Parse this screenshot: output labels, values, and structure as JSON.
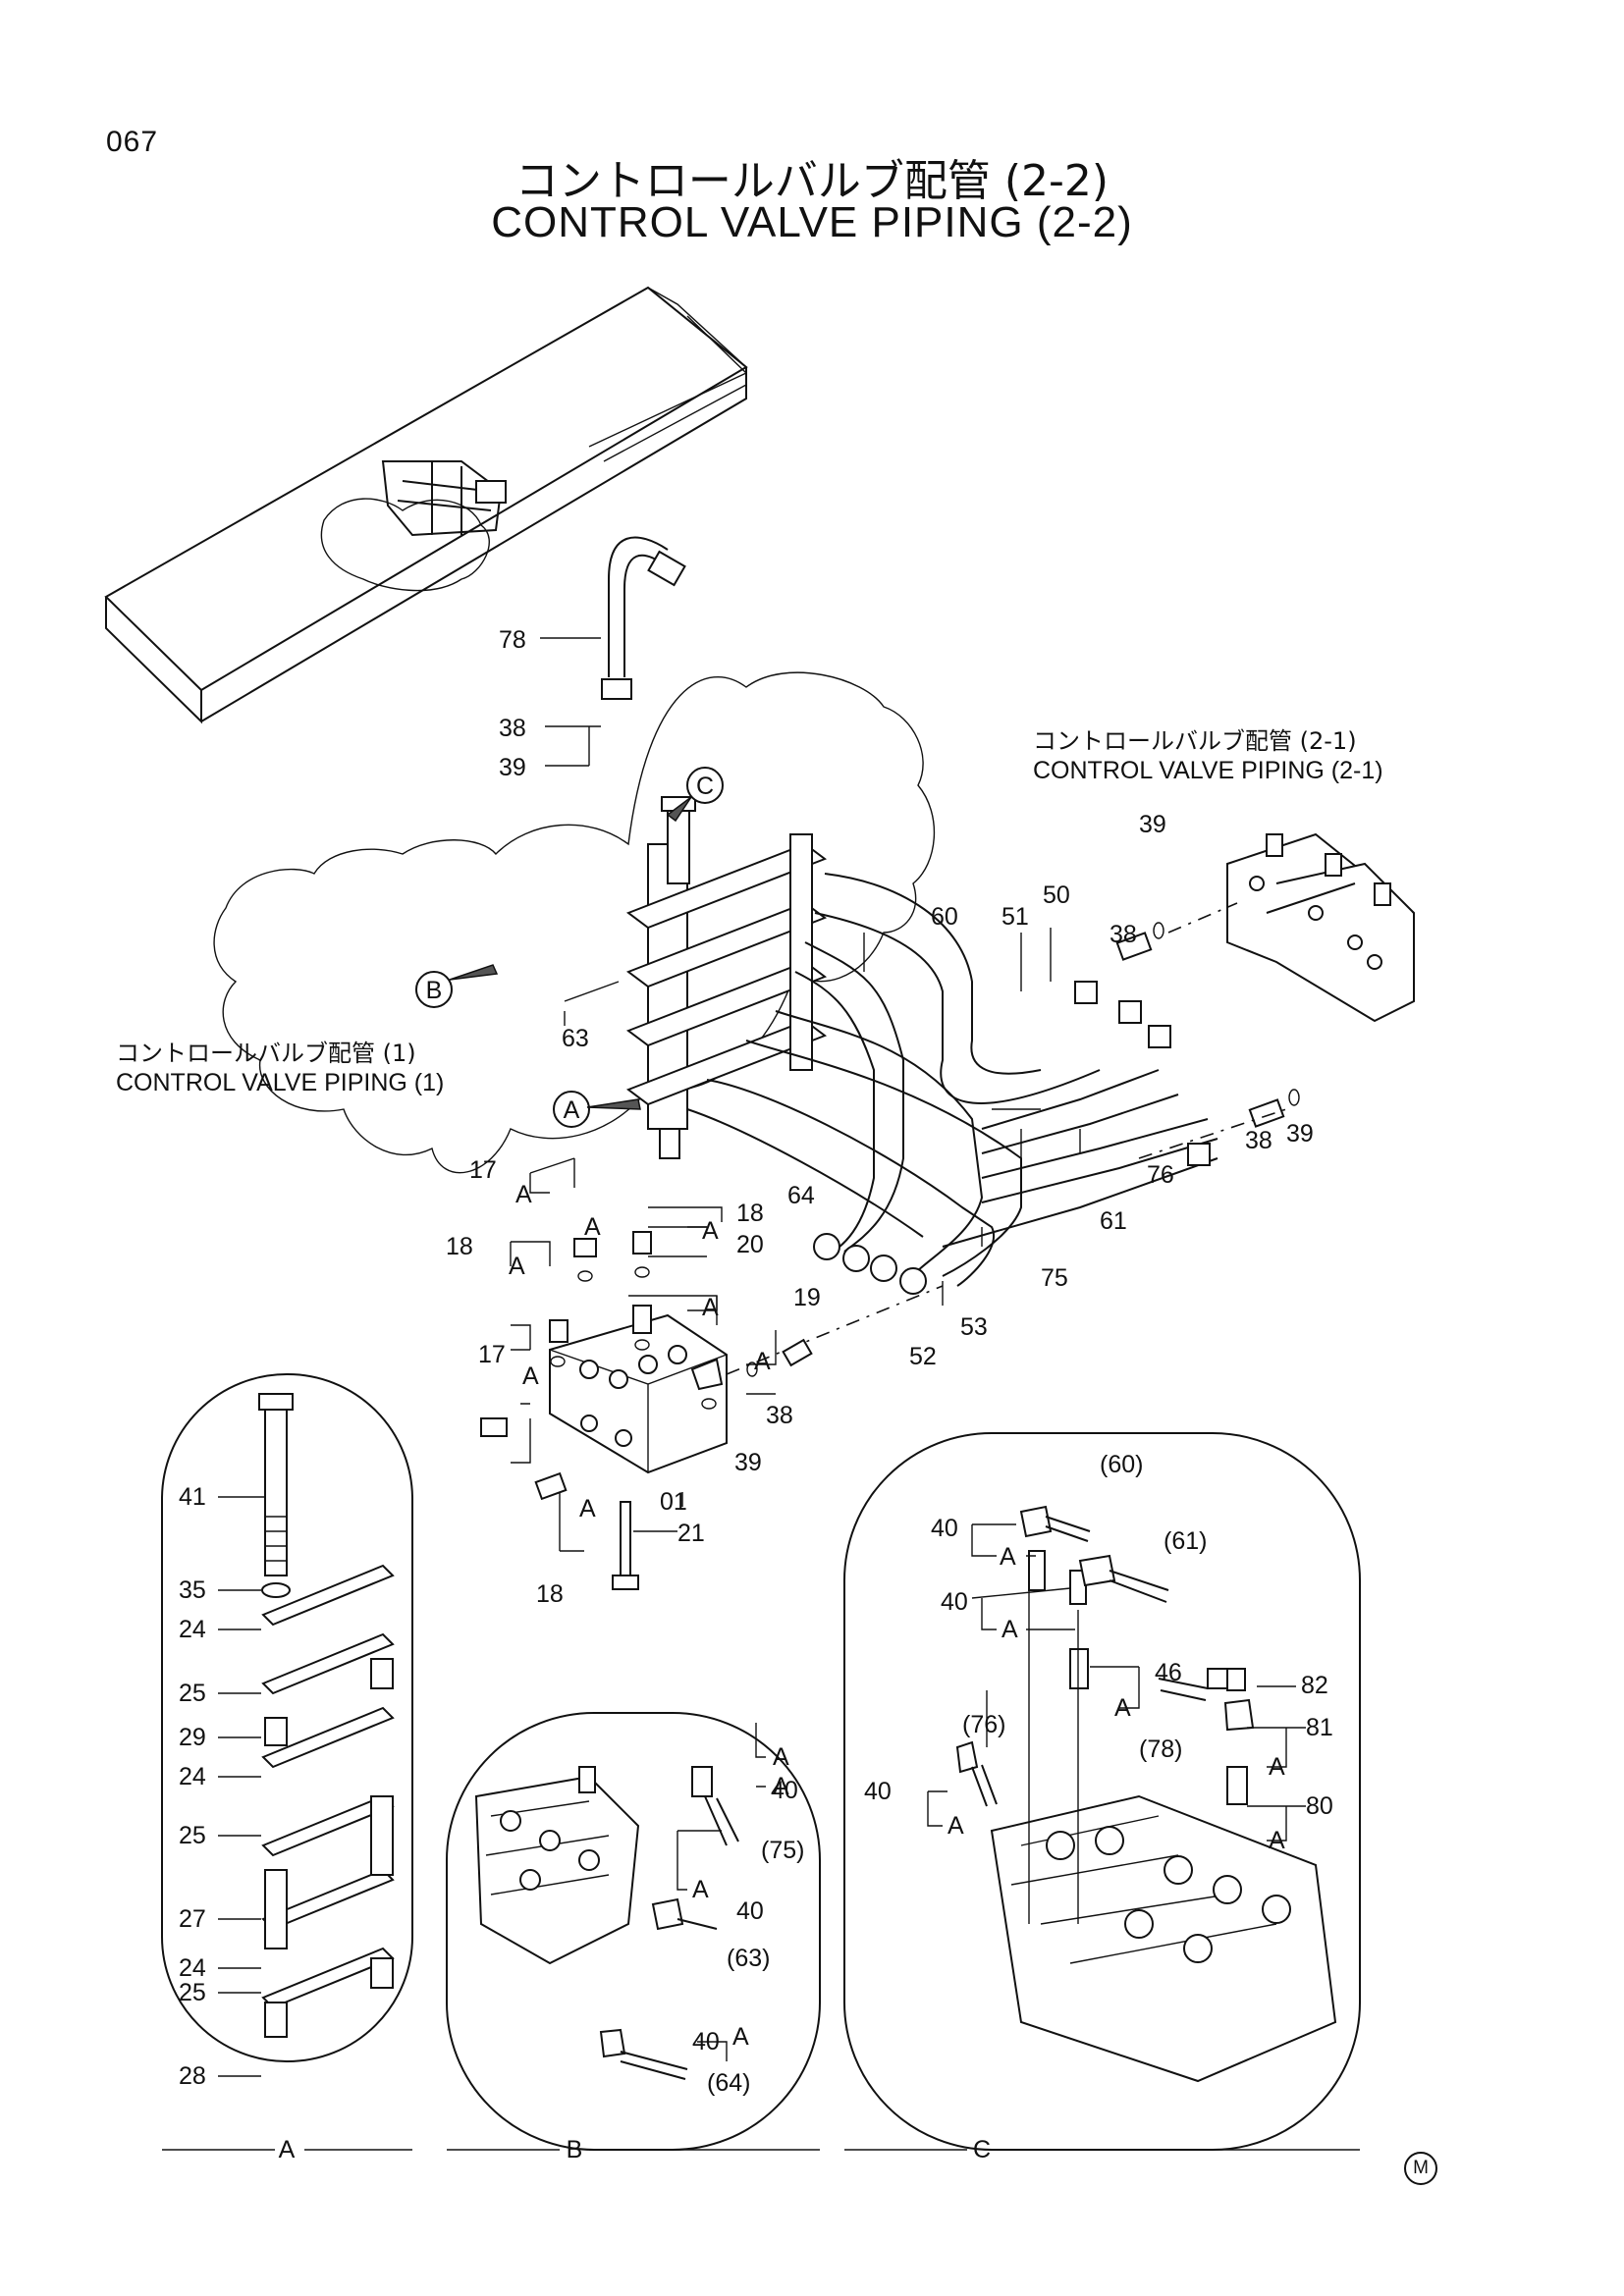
{
  "page_number": "067",
  "title_jp": "コントロールバルブ配管 (2-2)",
  "title_en": "CONTROL VALVE PIPING (2-2)",
  "references": [
    {
      "id": "ref-2-1",
      "jp": "コントロールバルブ配管 (2-1)",
      "en": "CONTROL VALVE PIPING (2-1)"
    },
    {
      "id": "ref-1",
      "jp": "コントロールバルブ配管 (1)",
      "en": "CONTROL VALVE  PIPING (1)"
    }
  ],
  "detail_markers": [
    "A",
    "B",
    "C"
  ],
  "detail_labels": {
    "a": "A",
    "b": "B",
    "c": "C"
  },
  "callouts_main": [
    "78",
    "38",
    "39",
    "60",
    "51",
    "50",
    "38",
    "39",
    "63",
    "38",
    "39",
    "76",
    "61",
    "64",
    "17",
    "18",
    "18",
    "20",
    "19",
    "75",
    "53",
    "52",
    "38",
    "39",
    "17",
    "01",
    "21",
    "18"
  ],
  "callouts_detail_a": [
    "41",
    "35",
    "24",
    "25",
    "29",
    "24",
    "25",
    "27",
    "24",
    "25",
    "28"
  ],
  "callouts_detail_b": [
    "40",
    "(75)",
    "40",
    "(63)",
    "40",
    "(64)"
  ],
  "callouts_detail_c": [
    "(60)",
    "40",
    "(61)",
    "40",
    "46",
    "(78)",
    "82",
    "81",
    "(76)",
    "40",
    "80"
  ],
  "oring_tag": "A",
  "manufacturer_mark": "M"
}
